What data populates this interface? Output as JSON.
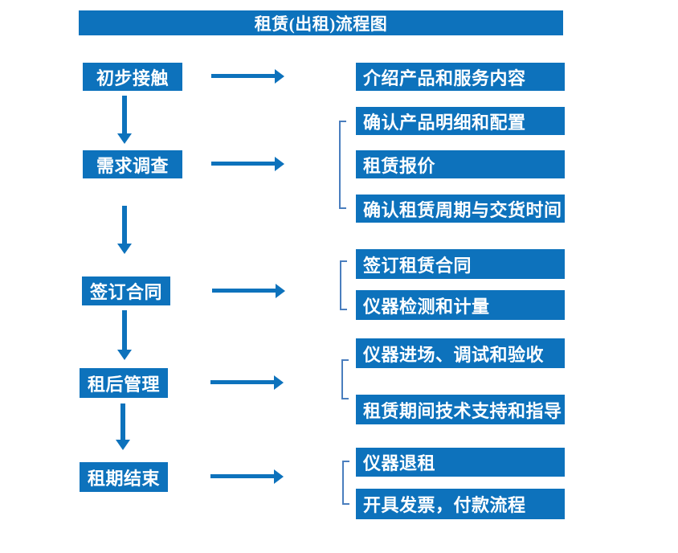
{
  "title": "租赁(出租)流程图",
  "colors": {
    "primary_blue": "#0D72BC",
    "bracket_blue": "#4A7EBE",
    "background": "#FFFFFF",
    "text": "#FFFFFF"
  },
  "stages": [
    {
      "label": "初步接触",
      "outputs": [
        "介绍产品和服务内容"
      ]
    },
    {
      "label": "需求调查",
      "outputs": [
        "确认产品明细和配置",
        "租赁报价",
        "确认租赁周期与交货时间"
      ]
    },
    {
      "label": "签订合同",
      "outputs": [
        "签订租赁合同",
        "仪器检测和计量"
      ]
    },
    {
      "label": "租后管理",
      "outputs": [
        "仪器进场、调试和验收",
        "租赁期间技术支持和指导"
      ]
    },
    {
      "label": "租期结束",
      "outputs": [
        "仪器退租",
        "开具发票，付款流程"
      ]
    }
  ]
}
